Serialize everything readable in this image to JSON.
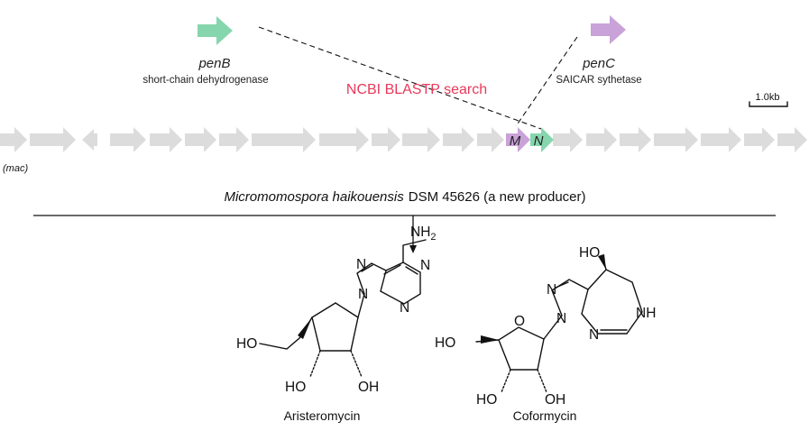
{
  "colors": {
    "accent": "#e8385a",
    "green": "#86d6ad",
    "purple": "#c8a2d8",
    "gray": "#dcdcdc"
  },
  "genes": {
    "penB": {
      "name": "penB",
      "desc": "short-chain dehydrogenase"
    },
    "penC": {
      "name": "penC",
      "desc": "SAICAR sythetase"
    }
  },
  "search_label": "NCBI BLASTP search",
  "scale_label": "1.0kb",
  "cluster": {
    "left_label": "(mac)",
    "gene_m": "M",
    "gene_n": "N"
  },
  "organism": {
    "species": "Micromomospora haikouensis",
    "strain": "DSM 45626 (a new producer)"
  },
  "molecules": {
    "aristeromycin": {
      "name": "Aristeromycin",
      "labels": {
        "nh2_n": "NH",
        "nh2_sub": "2",
        "ho": "HO",
        "ho2": "HO",
        "oh": "OH",
        "n7": "N",
        "n9": "N",
        "n1": "N",
        "n3": "N"
      }
    },
    "coformycin": {
      "name": "Coformycin",
      "labels": {
        "ho_top": "HO",
        "nh": "NH",
        "ho": "HO",
        "ho2": "HO",
        "oh": "OH",
        "ring_o": "O",
        "n7": "N",
        "n9": "N",
        "n3": "N"
      }
    }
  }
}
